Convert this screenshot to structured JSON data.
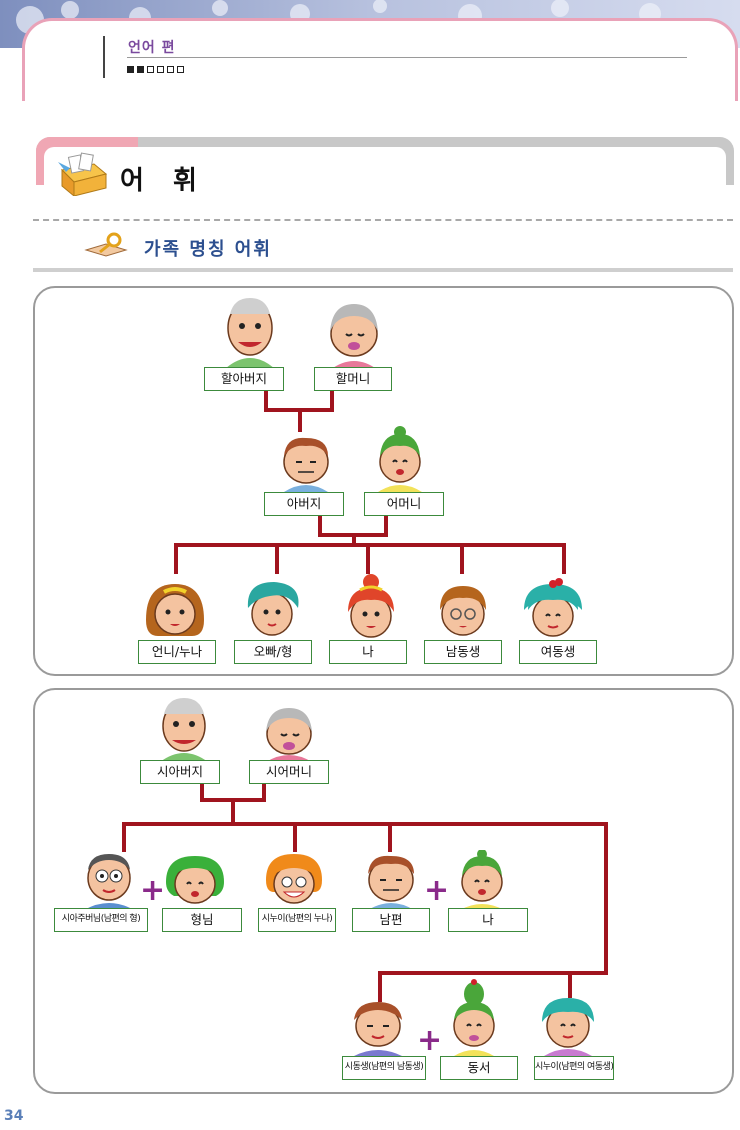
{
  "header": {
    "section_label": "언어 편",
    "progress": {
      "current": 2,
      "total": 6
    }
  },
  "chapter": {
    "title": "어 휘"
  },
  "subsection": {
    "title": "가족 명칭 어휘"
  },
  "tree1": {
    "grandfather": "할아버지",
    "grandmother": "할머니",
    "father": "아버지",
    "mother": "어머니",
    "children": [
      "언니/누나",
      "오빠/형",
      "나",
      "남동생",
      "여동생"
    ]
  },
  "tree2": {
    "father_in_law": "시아버지",
    "mother_in_law": "시어머니",
    "elder_brother": "시아주버님(남편의 형)",
    "elder_brother_wife": "형님",
    "elder_sister": "시누이(남편의 누나)",
    "husband": "남편",
    "me": "나",
    "younger_brother": "시동생(남편의 남동생)",
    "younger_brother_wife": "동서",
    "younger_sister": "시누이(남편의 여동생)"
  },
  "page_number": "34",
  "colors": {
    "tree_line": "#a0141e",
    "label_border": "#3c8a3c",
    "plus": "#8a2a8a",
    "accent_pink": "#f0a7b4"
  }
}
